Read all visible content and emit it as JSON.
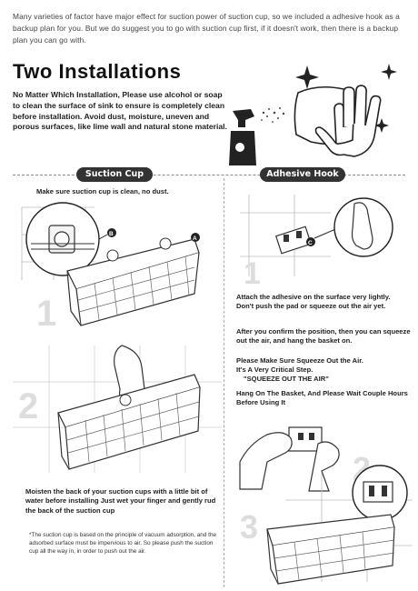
{
  "intro": "Many varieties of factor have major effect for suction power of suction cup, so we included a adhesive hook as a backup plan for you. But we do suggest you to go with suction cup first, if it doesn't work, then there is a backup plan you can go with.",
  "title": "Two Installations",
  "note": "No Matter Which Installation, Please use alcohol or soap to clean the surface of sink to ensure is completely clean before installation. Avoid dust, moisture, uneven and porous surfaces, like lime wall and natural stone material.",
  "suction": {
    "label": "Suction Cup",
    "step0": "Make sure suction cup is clean, no dust.",
    "marker_b": "B",
    "marker_a": "A",
    "num1": "1",
    "num2": "2",
    "moisten": "Moisten the back of your suction cups with a little bit of water before installing Just wet your finger and gently rud the back of the suction cup",
    "footnote": "*The suction cup is based on the principle of vacuum adsorption, and the adsorbed surface must be impervious to air. So please push the suction cup all the way in, in order to push out the air."
  },
  "adhesive": {
    "label": "Adhesive Hook",
    "marker_c": "C",
    "step1": "Attach the adhesive on the surface very lightly. Don't push the pad or squeeze out the air yet.",
    "step2": "After you confirm the position, then you can squeeze out the air, and hang the basket on.",
    "step3_line1": "Please Make Sure Squeeze Out the Air.",
    "step3_line2": "It's A Very Critical Step.",
    "step3_line3": "\"SQUEEZE OUT THE AIR\"",
    "step4": "Hang On The Basket, And Please Wait Couple Hours Before Using It",
    "num1": "1",
    "num2": "2",
    "num3": "3"
  }
}
